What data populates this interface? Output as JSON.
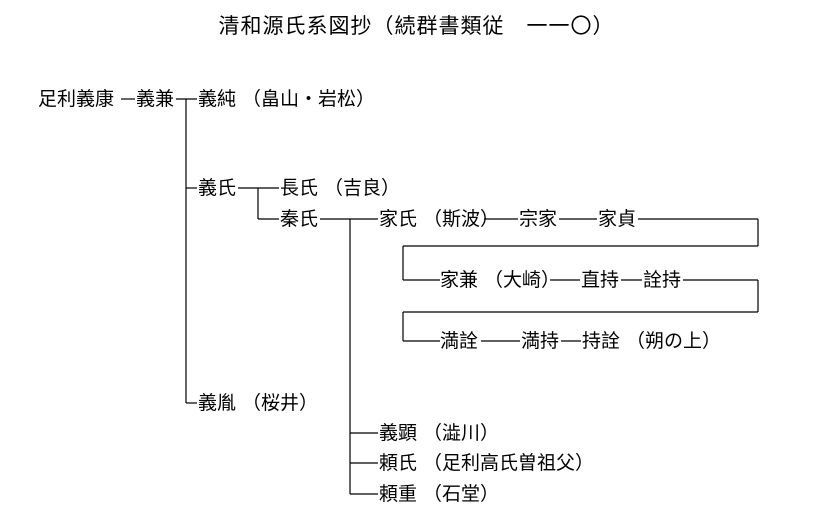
{
  "title": "清和源氏系図抄（続群書類従　一一〇）",
  "people": {
    "yasu": {
      "name": "足利義康"
    },
    "kane": {
      "name": "義兼"
    },
    "zumi": {
      "name": "義純",
      "note": "（畠山・岩松）"
    },
    "uji": {
      "name": "義氏"
    },
    "nagauji": {
      "name": "長氏",
      "note": "（吉良）"
    },
    "yasuuji": {
      "name": "秦氏"
    },
    "ieuji": {
      "name": "家氏",
      "note": "（斯波）"
    },
    "muneie": {
      "name": "宗家"
    },
    "iesada": {
      "name": "家貞"
    },
    "iekane": {
      "name": "家兼",
      "note": "（大崎）"
    },
    "naomochi": {
      "name": "直持"
    },
    "akimochi": {
      "name": "詮持"
    },
    "mitsuakira": {
      "name": "満詮"
    },
    "mitsumochi": {
      "name": "満持"
    },
    "mochiakira": {
      "name": "持詮",
      "note": "（朔の上）"
    },
    "yoshisuke": {
      "name": "義胤",
      "note": "（桜井）"
    },
    "yoshiaki": {
      "name": "義顕",
      "note": "（澁川）"
    },
    "yoriuji": {
      "name": "頼氏",
      "note": "（足利高氏曽祖父）"
    },
    "yorishige": {
      "name": "頼重",
      "note": "（石堂）"
    }
  }
}
